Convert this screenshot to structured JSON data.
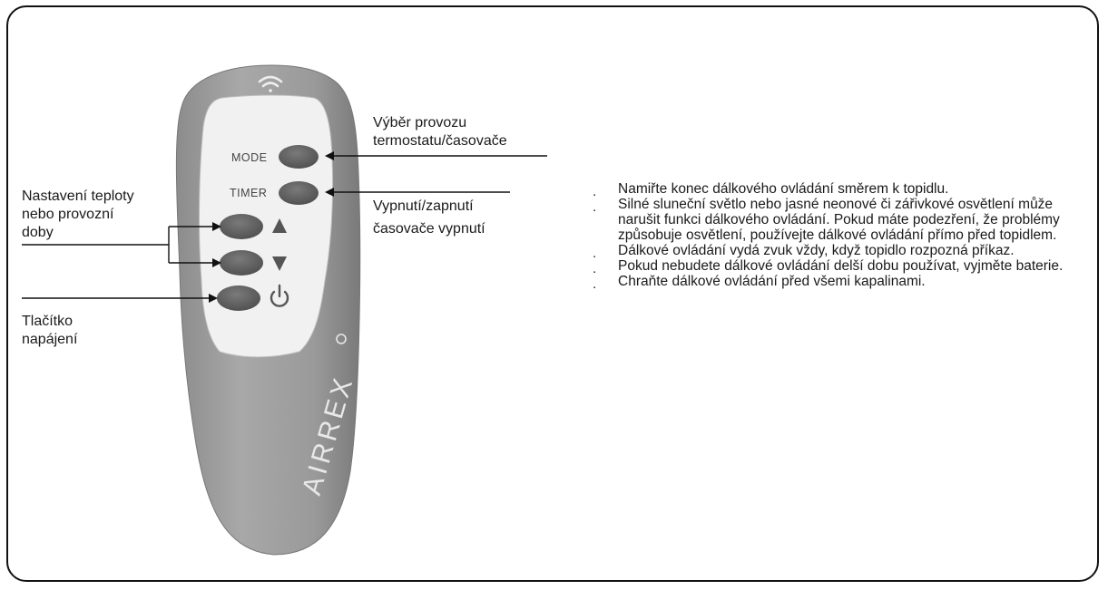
{
  "remote": {
    "mode_label": "MODE",
    "timer_label": "TIMER",
    "brand": "AIRREX",
    "icons": [
      "wifi-signal-icon",
      "triangle-up-icon",
      "triangle-down-icon",
      "power-icon"
    ]
  },
  "callouts": {
    "mode_line1": "Výběr provozu",
    "mode_line2": "termostatu/časovače",
    "timer_line1": "Vypnutí/zapnutí",
    "timer_line2": "časovače vypnutí",
    "temp_line1": "Nastavení teploty",
    "temp_line2": "nebo provozní",
    "temp_line3": "doby",
    "power_line1": "Tlačítko",
    "power_line2": "napájení"
  },
  "notes": [
    "Namiřte konec dálkového ovládání směrem k topidlu.",
    "Silné sluneční světlo nebo jasné neonové či zářivkové osvětlení může narušit funkci dálkového ovládání. Pokud máte podezření, že problémy způsobuje osvětlení, používejte dálkové ovládání přímo před topidlem.",
    "Dálkové ovládání vydá zvuk vždy, když topidlo rozpozná příkaz.",
    "Pokud nebudete dálkové ovládání delší dobu používat, vyjměte baterie.",
    "Chraňte dálkové ovládání před všemi kapalinami."
  ],
  "colors": {
    "remote_body": "#9a9a9a",
    "panel": "#f1f1f1",
    "button": "#5c5c5c",
    "frame": "#111111"
  }
}
